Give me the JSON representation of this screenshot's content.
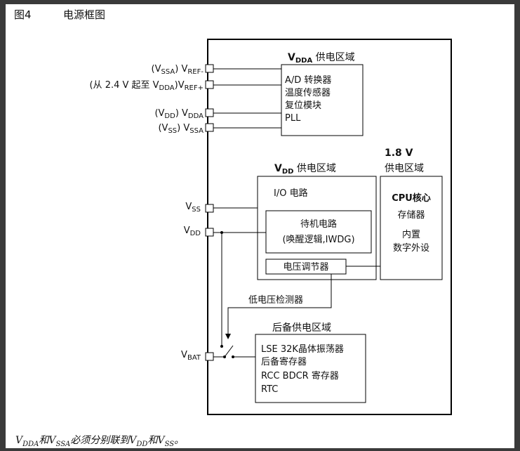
{
  "figure": {
    "number": "图4",
    "title": "电源框图"
  },
  "pins": {
    "vref_minus": {
      "prefix": "(V",
      "prefix_sub": "SSA",
      "mid": ") V",
      "name_sub": "REF-"
    },
    "vref_plus": {
      "prefix": "(从 2.4 V 起至 V",
      "prefix_sub": "DDA",
      "mid": ")V",
      "name_sub": "REF+"
    },
    "vdda": {
      "prefix": "(V",
      "prefix_sub": "DD",
      "mid": ") V",
      "name_sub": "DDA"
    },
    "vssa": {
      "prefix": "(V",
      "prefix_sub": "SS",
      "mid": ") V",
      "name_sub": "SSA"
    },
    "vss": {
      "name": "V",
      "name_sub": "SS"
    },
    "vdd": {
      "name": "V",
      "name_sub": "DD"
    },
    "vbat": {
      "name": "V",
      "name_sub": "BAT"
    }
  },
  "domains": {
    "vdda": {
      "title_v": "V",
      "title_sub": "DDA",
      "title_rest": " 供电区域",
      "items": [
        "A/D 转换器",
        "温度传感器",
        "复位模块",
        "PLL"
      ]
    },
    "vdd": {
      "title_v": "V",
      "title_sub": "DD",
      "title_rest": " 供电区域",
      "io": "I/O 电路",
      "standby_line1": "待机电路",
      "standby_line2": "(唤醒逻辑,IWDG)",
      "regulator": "电压调节器"
    },
    "core": {
      "title_line1": "1.8 V",
      "title_line2": "供电区域",
      "items": [
        "CPU核心",
        "存储器",
        "内置",
        "数字外设"
      ]
    },
    "backup": {
      "title": "后备供电区域",
      "items": [
        "LSE 32K晶体振荡器",
        "后备寄存器",
        "RCC BDCR 寄存器",
        "RTC"
      ]
    },
    "lvd": {
      "label": "低电压检测器"
    }
  },
  "footnote": {
    "p1": "V",
    "s1": "DDA",
    "p2": "和V",
    "s2": "SSA",
    "p3": "必须分别联到V",
    "s3": "DD",
    "p4": "和V",
    "s4": "SS",
    "p5": "。"
  }
}
